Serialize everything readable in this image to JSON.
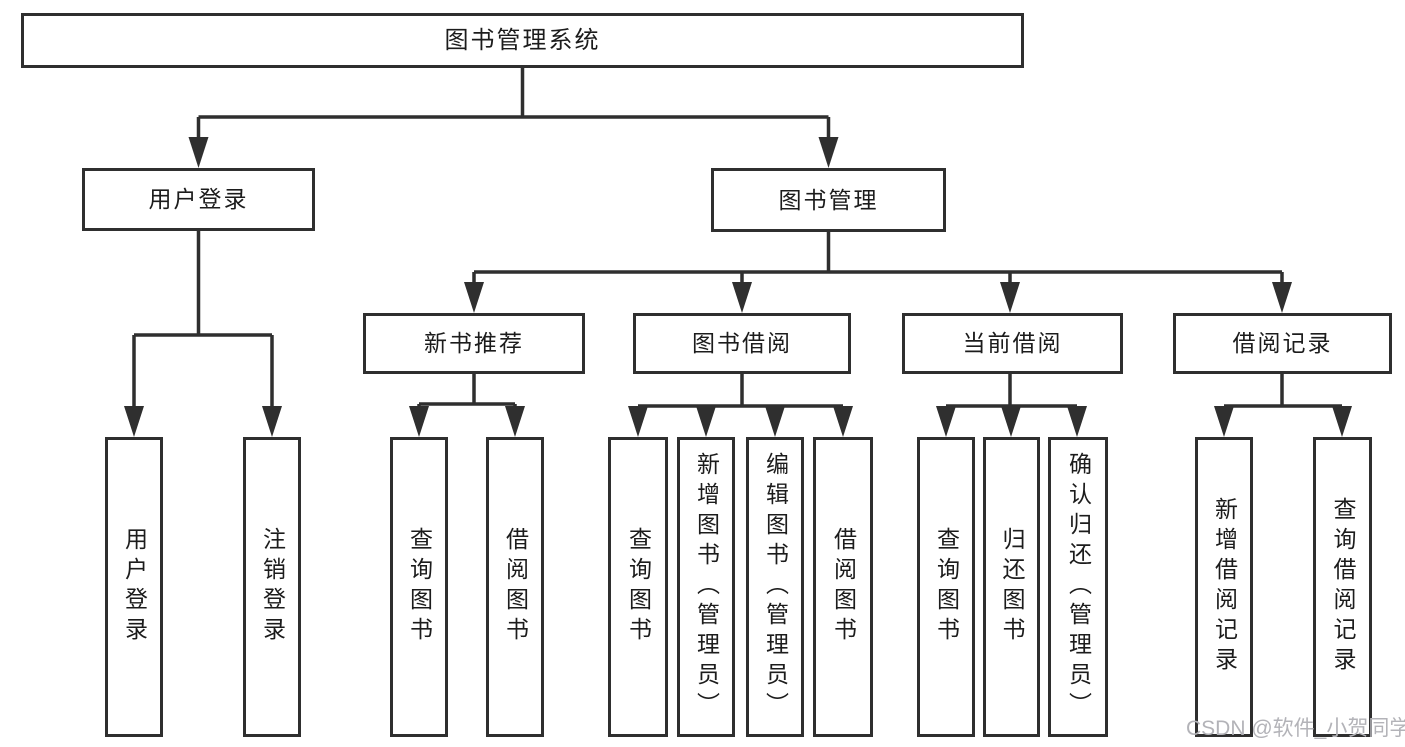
{
  "diagram_type": "hierarchy-tree",
  "colors": {
    "line": "#2f2f2f",
    "box_border": "#2f2f2f",
    "text": "#1c1c1c",
    "background": "#ffffff",
    "watermark": "#b3b3b8"
  },
  "tree": {
    "root": {
      "label": "图书管理系统",
      "children": [
        {
          "label": "用户登录",
          "children": [
            {
              "label": "用户登录"
            },
            {
              "label": "注销登录"
            }
          ]
        },
        {
          "label": "图书管理",
          "children": [
            {
              "label": "新书推荐",
              "children": [
                {
                  "label": "查询图书"
                },
                {
                  "label": "借阅图书"
                }
              ]
            },
            {
              "label": "图书借阅",
              "children": [
                {
                  "label": "查询图书"
                },
                {
                  "label": "新增图书（管理员）"
                },
                {
                  "label": "编辑图书（管理员）"
                },
                {
                  "label": "借阅图书"
                }
              ]
            },
            {
              "label": "当前借阅",
              "children": [
                {
                  "label": "查询图书"
                },
                {
                  "label": "归还图书"
                },
                {
                  "label": "确认归还（管理员）"
                }
              ]
            },
            {
              "label": "借阅记录",
              "children": [
                {
                  "label": "新增借阅记录"
                },
                {
                  "label": "查询借阅记录"
                }
              ]
            }
          ]
        }
      ]
    }
  },
  "watermark": {
    "text": "CSDN @软件_小贺同学"
  }
}
